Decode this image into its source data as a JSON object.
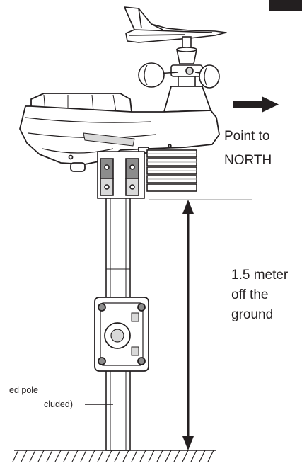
{
  "direction_label": [
    "Point to",
    "NORTH"
  ],
  "height_label": [
    "1.5 meter",
    "off the",
    "ground"
  ],
  "pole_label": [
    "ed pole",
    "cluded)"
  ],
  "colors": {
    "ink": "#231f20",
    "housing": "#ffffff",
    "shade": "#d9d9d9",
    "dark_shade": "#8c8c8c"
  }
}
